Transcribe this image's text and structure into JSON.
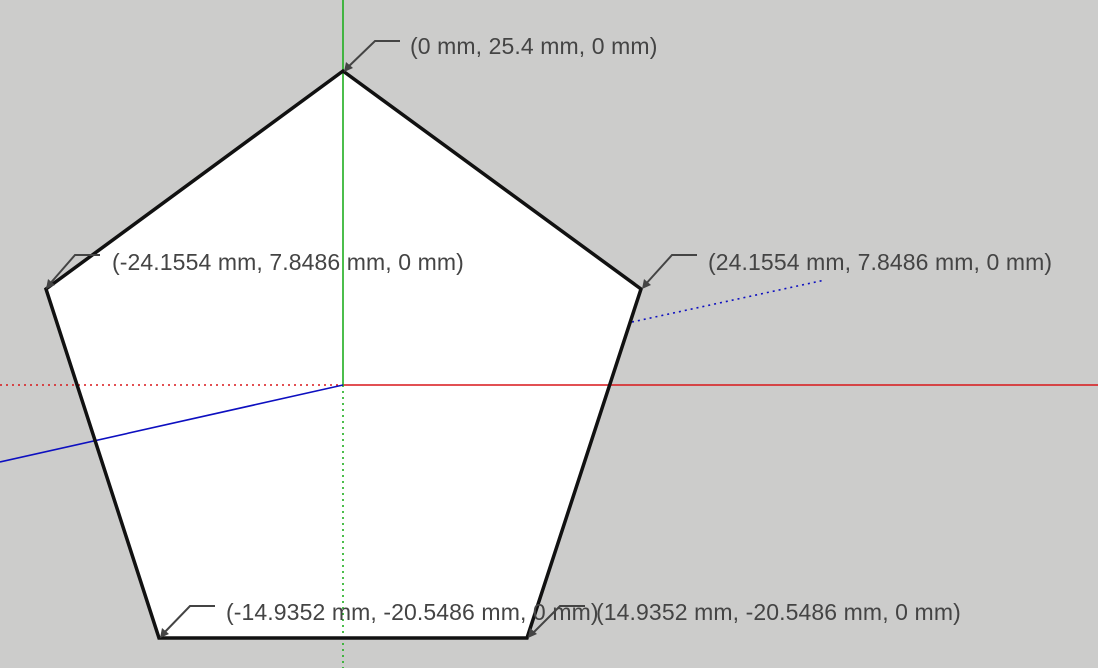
{
  "viewport": {
    "background_color": "#cccccb",
    "face_color": "#ffffff",
    "edge_color": "#111111",
    "label_color": "#444444",
    "axis_colors": {
      "red": "#d8161a",
      "green": "#1fae1f",
      "blue": "#0d0fc0"
    }
  },
  "vertex_labels": [
    {
      "id": "top",
      "text": "(0 mm, 25.4 mm, 0 mm)"
    },
    {
      "id": "upper-left",
      "text": "(-24.1554 mm, 7.8486 mm, 0 mm)"
    },
    {
      "id": "upper-right",
      "text": "(24.1554 mm, 7.8486 mm, 0 mm)"
    },
    {
      "id": "lower-left",
      "text": "(-14.9352 mm, -20.5486 mm, 0 mm)"
    },
    {
      "id": "lower-right",
      "text": "(14.9352 mm, -20.5486 mm, 0 mm)"
    }
  ]
}
